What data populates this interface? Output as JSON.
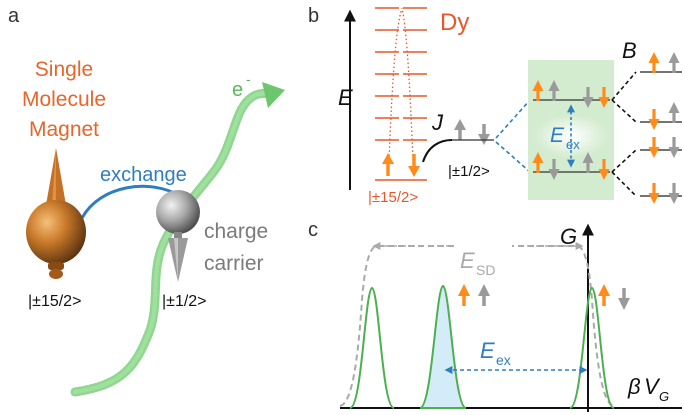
{
  "panels": {
    "a": "a",
    "b": "b",
    "c": "c"
  },
  "panel_a": {
    "smm_line1": "Single",
    "smm_line2": "Molecule",
    "smm_line3": "Magnet",
    "exchange": "exchange",
    "electron": "e",
    "electron_sup": "-",
    "charge_line1": "charge",
    "charge_line2": "carrier",
    "smm_state": "|±15/2>",
    "carrier_state": "|±1/2>"
  },
  "panel_b": {
    "species": "Dy",
    "energy_axis": "E",
    "coupling": "J",
    "carrier_state": "|±1/2>",
    "dy_state": "|±15/2>",
    "field": "B",
    "exchange_energy": "E",
    "exchange_energy_sub": "ex"
  },
  "panel_c": {
    "conductance": "G",
    "sd_energy": "E",
    "sd_energy_sub": "SD",
    "exchange_energy": "E",
    "exchange_energy_sub": "ex",
    "x_axis_beta": "β",
    "x_axis_v": "V",
    "x_axis_sub": "G"
  },
  "colors": {
    "orange": "#ff8c1a",
    "dy_red": "#e8572a",
    "grey_spin": "#9a9a9a",
    "green": "#4caf50",
    "blue": "#2e7dc0",
    "green_box": "#d3ebcf"
  }
}
